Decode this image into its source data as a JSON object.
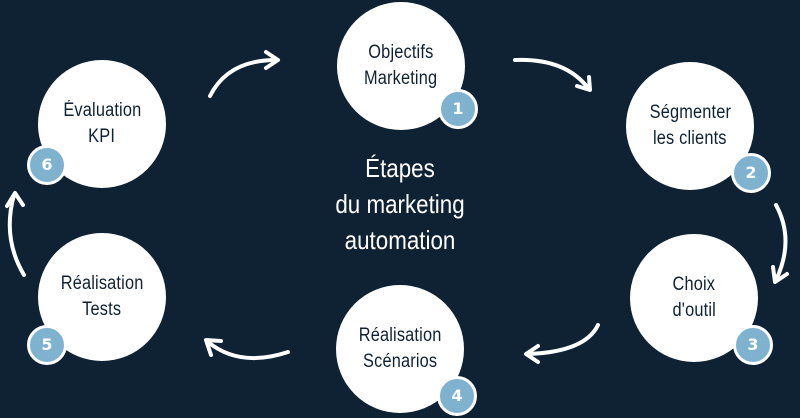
{
  "title_lines": [
    "Étapes",
    "du marketing",
    "automation"
  ],
  "steps": [
    {
      "number": "1",
      "lines": [
        "Objectifs",
        "Marketing"
      ]
    },
    {
      "number": "2",
      "lines": [
        "Ségmenter",
        "les clients"
      ]
    },
    {
      "number": "3",
      "lines": [
        "Choix",
        "d'outil"
      ]
    },
    {
      "number": "4",
      "lines": [
        "Réalisation",
        "Scénarios"
      ]
    },
    {
      "number": "5",
      "lines": [
        "Réalisation",
        "Tests"
      ]
    },
    {
      "number": "6",
      "lines": [
        "Évaluation",
        "KPI"
      ]
    }
  ],
  "colors": {
    "background": "#0f2233",
    "circle": "#ffffff",
    "badge": "#7fb2cf",
    "text": "#0f2233"
  }
}
